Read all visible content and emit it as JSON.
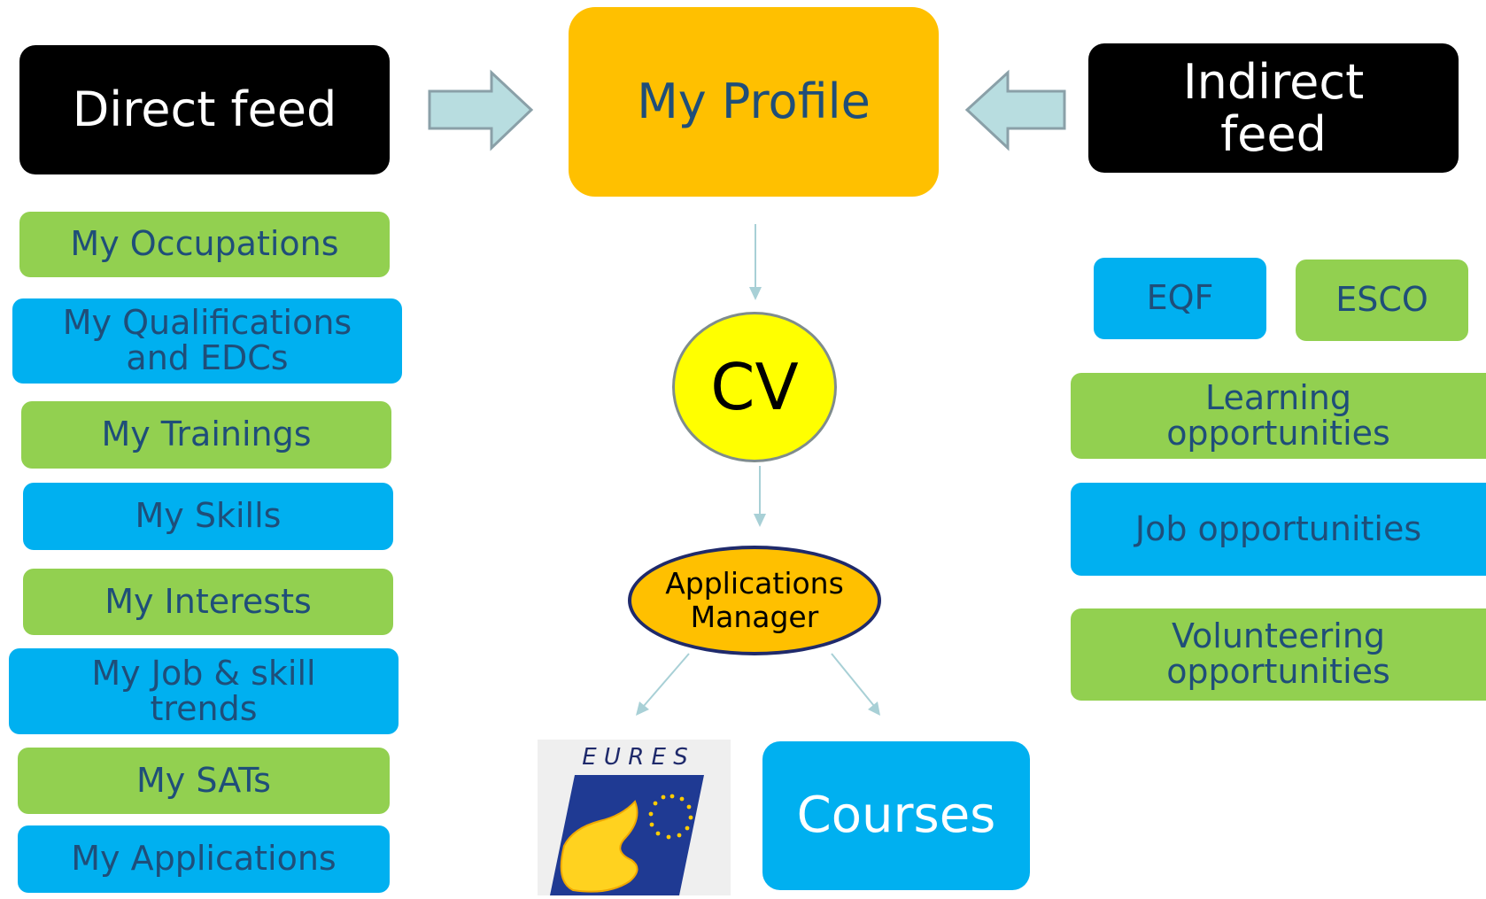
{
  "direct_feed": "Direct feed",
  "indirect_feed": "Indirect\nfeed",
  "profile": "My Profile",
  "left_items": [
    "My Occupations",
    "My Qualifications\nand EDCs",
    "My Trainings",
    "My Skills",
    "My Interests",
    "My Job & skill\ntrends",
    "My SATs",
    "My Applications"
  ],
  "right_items": {
    "eqf": "EQF",
    "esco": "ESCO",
    "learning": "Learning\nopportunities",
    "job": "Job opportunities",
    "volunteering": "Volunteering\nopportunities"
  },
  "cv": "CV",
  "applications_manager": "Applications\nManager",
  "eures_logo_text": "E U R E S",
  "courses": "Courses",
  "colors": {
    "black": "#000000",
    "green": "#92d050",
    "blue": "#00b0f0",
    "orange": "#ffc000",
    "yellow": "#ffff00",
    "text_navy": "#1f4e79",
    "arrow_fill": "#b8dde0"
  }
}
